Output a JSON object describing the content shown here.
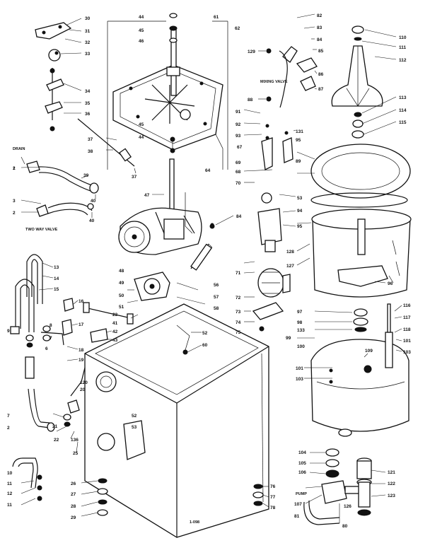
{
  "labels": {
    "drain": "DRAIN",
    "mixing_valve": "MIXING VALVE",
    "two_way_valve": "TWO WAY VALVE",
    "pump": "PUMP"
  },
  "callouts": [
    {
      "id": "c1",
      "text": "30"
    },
    {
      "id": "c2",
      "text": "31"
    },
    {
      "id": "c3",
      "text": "32"
    },
    {
      "id": "c4",
      "text": "33"
    },
    {
      "id": "c5",
      "text": "34"
    },
    {
      "id": "c6",
      "text": "35"
    },
    {
      "id": "c7",
      "text": "36"
    },
    {
      "id": "c8",
      "text": "37"
    },
    {
      "id": "c9",
      "text": "38"
    },
    {
      "id": "c10",
      "text": "37"
    },
    {
      "id": "c11",
      "text": "44"
    },
    {
      "id": "c12",
      "text": "45"
    },
    {
      "id": "c13",
      "text": "46"
    },
    {
      "id": "c14",
      "text": "61"
    },
    {
      "id": "c15",
      "text": "62"
    },
    {
      "id": "c16",
      "text": "45"
    },
    {
      "id": "c17",
      "text": "44"
    },
    {
      "id": "c18",
      "text": "67"
    },
    {
      "id": "c19",
      "text": "64"
    },
    {
      "id": "c20",
      "text": "82"
    },
    {
      "id": "c21",
      "text": "83"
    },
    {
      "id": "c22",
      "text": "84"
    },
    {
      "id": "c23",
      "text": "85"
    },
    {
      "id": "c24",
      "text": "86"
    },
    {
      "id": "c25",
      "text": "87"
    },
    {
      "id": "c26",
      "text": "129"
    },
    {
      "id": "c27",
      "text": "88"
    },
    {
      "id": "c28",
      "text": "110"
    },
    {
      "id": "c29",
      "text": "111"
    },
    {
      "id": "c30",
      "text": "112"
    },
    {
      "id": "c31",
      "text": "113"
    },
    {
      "id": "c32",
      "text": "114"
    },
    {
      "id": "c33",
      "text": "115"
    },
    {
      "id": "c34",
      "text": "1"
    },
    {
      "id": "c35",
      "text": "2"
    },
    {
      "id": "c36",
      "text": "39"
    },
    {
      "id": "c37",
      "text": "40"
    },
    {
      "id": "c38",
      "text": "3"
    },
    {
      "id": "c39",
      "text": "2"
    },
    {
      "id": "c40",
      "text": "40"
    },
    {
      "id": "c41",
      "text": "47"
    },
    {
      "id": "c42",
      "text": "48"
    },
    {
      "id": "c43",
      "text": "49"
    },
    {
      "id": "c44",
      "text": "50"
    },
    {
      "id": "c45",
      "text": "51"
    },
    {
      "id": "c46",
      "text": "56"
    },
    {
      "id": "c47",
      "text": "57"
    },
    {
      "id": "c48",
      "text": "58"
    },
    {
      "id": "c49",
      "text": "91"
    },
    {
      "id": "c50",
      "text": "92"
    },
    {
      "id": "c51",
      "text": "93"
    },
    {
      "id": "c52",
      "text": "131"
    },
    {
      "id": "c53",
      "text": "95"
    },
    {
      "id": "c54",
      "text": "68"
    },
    {
      "id": "c55",
      "text": "69"
    },
    {
      "id": "c56",
      "text": "70"
    },
    {
      "id": "c57",
      "text": "89"
    },
    {
      "id": "c58",
      "text": "84"
    },
    {
      "id": "c59",
      "text": "71"
    },
    {
      "id": "c60",
      "text": "72"
    },
    {
      "id": "c61",
      "text": "73"
    },
    {
      "id": "c62",
      "text": "74"
    },
    {
      "id": "c63",
      "text": "75"
    },
    {
      "id": "c64",
      "text": "53"
    },
    {
      "id": "c65",
      "text": "94"
    },
    {
      "id": "c66",
      "text": "95"
    },
    {
      "id": "c67",
      "text": "128"
    },
    {
      "id": "c68",
      "text": "127"
    },
    {
      "id": "c69",
      "text": "96"
    },
    {
      "id": "c70",
      "text": "97"
    },
    {
      "id": "c71",
      "text": "98"
    },
    {
      "id": "c72",
      "text": "133"
    },
    {
      "id": "c73",
      "text": "99"
    },
    {
      "id": "c74",
      "text": "100"
    },
    {
      "id": "c75",
      "text": "116"
    },
    {
      "id": "c76",
      "text": "117"
    },
    {
      "id": "c77",
      "text": "118"
    },
    {
      "id": "c78",
      "text": "101"
    },
    {
      "id": "c79",
      "text": "103"
    },
    {
      "id": "c80",
      "text": "109"
    },
    {
      "id": "c81",
      "text": "101"
    },
    {
      "id": "c82",
      "text": "103"
    },
    {
      "id": "c83",
      "text": "13"
    },
    {
      "id": "c84",
      "text": "14"
    },
    {
      "id": "c85",
      "text": "15"
    },
    {
      "id": "c86",
      "text": "16"
    },
    {
      "id": "c87",
      "text": "17"
    },
    {
      "id": "c88",
      "text": "9"
    },
    {
      "id": "c89",
      "text": "8"
    },
    {
      "id": "c90",
      "text": "7"
    },
    {
      "id": "c91",
      "text": "18"
    },
    {
      "id": "c92",
      "text": "19"
    },
    {
      "id": "c93",
      "text": "23"
    },
    {
      "id": "c94",
      "text": "41"
    },
    {
      "id": "c95",
      "text": "42"
    },
    {
      "id": "c96",
      "text": "43"
    },
    {
      "id": "c97",
      "text": "60"
    },
    {
      "id": "c98",
      "text": "52"
    },
    {
      "id": "c99",
      "text": "53"
    },
    {
      "id": "c100",
      "text": "120"
    },
    {
      "id": "c101",
      "text": "20"
    },
    {
      "id": "c102",
      "text": "7"
    },
    {
      "id": "c103",
      "text": "2"
    },
    {
      "id": "c104",
      "text": "21"
    },
    {
      "id": "c105",
      "text": "22"
    },
    {
      "id": "c106",
      "text": "136"
    },
    {
      "id": "c107",
      "text": "25"
    },
    {
      "id": "c108",
      "text": "10"
    },
    {
      "id": "c109",
      "text": "11"
    },
    {
      "id": "c110",
      "text": "12"
    },
    {
      "id": "c111",
      "text": "11"
    },
    {
      "id": "c112",
      "text": "26"
    },
    {
      "id": "c113",
      "text": "27"
    },
    {
      "id": "c114",
      "text": "28"
    },
    {
      "id": "c115",
      "text": "29"
    },
    {
      "id": "c116",
      "text": "76"
    },
    {
      "id": "c117",
      "text": "77"
    },
    {
      "id": "c118",
      "text": "78"
    },
    {
      "id": "c119",
      "text": "104"
    },
    {
      "id": "c120",
      "text": "105"
    },
    {
      "id": "c121",
      "text": "106"
    },
    {
      "id": "c122",
      "text": "107"
    },
    {
      "id": "c123",
      "text": "81"
    },
    {
      "id": "c124",
      "text": "121"
    },
    {
      "id": "c125",
      "text": "122"
    },
    {
      "id": "c126",
      "text": "123"
    },
    {
      "id": "c127",
      "text": "80"
    },
    {
      "id": "c128",
      "text": "126"
    },
    {
      "id": "c129",
      "text": "6"
    }
  ],
  "footer_code": "1-098"
}
